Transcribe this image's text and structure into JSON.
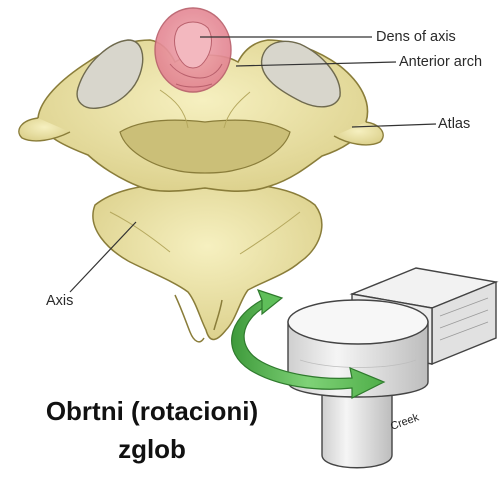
{
  "labels": {
    "dens": "Dens of axis",
    "anterior_arch": "Anterior arch",
    "atlas": "Atlas",
    "axis": "Axis"
  },
  "model_label": "Creek",
  "caption": {
    "line1": "Obrtni (rotacioni)",
    "line2": "zglob"
  },
  "colors": {
    "bone": "#efe7a6",
    "bone_shadow": "#cfc27a",
    "bone_outline": "#8a7d3a",
    "dens_highlight": "#e98a96",
    "arrow_green": "#5fbf5a",
    "block_face": "#e9e9e9",
    "block_outline": "#444444"
  },
  "icons": [
    "rotation-arrow-icon"
  ]
}
